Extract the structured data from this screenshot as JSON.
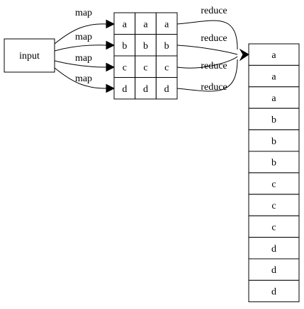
{
  "input_node": {
    "label": "input"
  },
  "matrix": {
    "rows": [
      [
        "a",
        "a",
        "a"
      ],
      [
        "b",
        "b",
        "b"
      ],
      [
        "c",
        "c",
        "c"
      ],
      [
        "d",
        "d",
        "d"
      ]
    ]
  },
  "map_edges": [
    "map",
    "map",
    "map",
    "map"
  ],
  "reduce_edges": [
    "reduce",
    "reduce",
    "reduce",
    "reduce"
  ],
  "output_column": {
    "items": [
      "a",
      "a",
      "a",
      "b",
      "b",
      "b",
      "c",
      "c",
      "c",
      "d",
      "d",
      "d"
    ]
  }
}
